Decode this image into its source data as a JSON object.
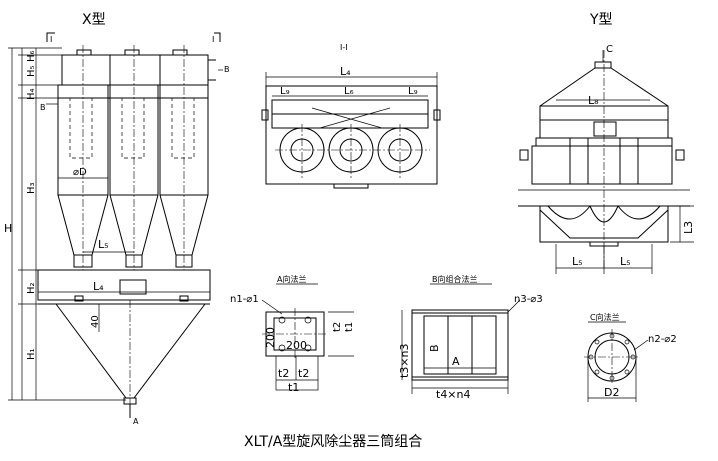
{
  "caption": "XLT/A型旋风除尘器三筒组合",
  "views": {
    "x": "X型",
    "y": "Y型",
    "section": "I-I"
  },
  "labels": {
    "H": "H",
    "H1": "H₁",
    "H2": "H₂",
    "H3": "H₃",
    "H4": "H₄",
    "H5": "H₅",
    "H6": "H₆",
    "L3": "L3",
    "L4": "L₄",
    "L4_top": "L₄",
    "L5": "L₅",
    "L5_y_left": "L₅",
    "L5_y_right": "L₅",
    "L6": "L₆",
    "L8": "L₈",
    "L9_left": "L₉",
    "L9_right": "L₉",
    "D": "⌀D",
    "B_top": "B",
    "B_mid": "B",
    "C": "C",
    "A": "A",
    "dim_40": "40",
    "I_left": "I",
    "I_right": "I"
  },
  "flanges": {
    "a": {
      "title": "A向法兰",
      "n_d": "n1-⌀1",
      "dim_200_v": "200",
      "dim_200_h": "200",
      "t2_v": "t2",
      "t1_v": "t1",
      "t2_a": "t2",
      "t2_b": "t2",
      "t1_h": "t1"
    },
    "b": {
      "title": "B向组合法兰",
      "n_d": "n3-⌀3",
      "t3n3": "t3×n3",
      "B": "B",
      "A": "A",
      "t4n4": "t4×n4"
    },
    "c": {
      "title": "C向法兰",
      "n_d": "n2-⌀2",
      "D2": "D2"
    }
  }
}
